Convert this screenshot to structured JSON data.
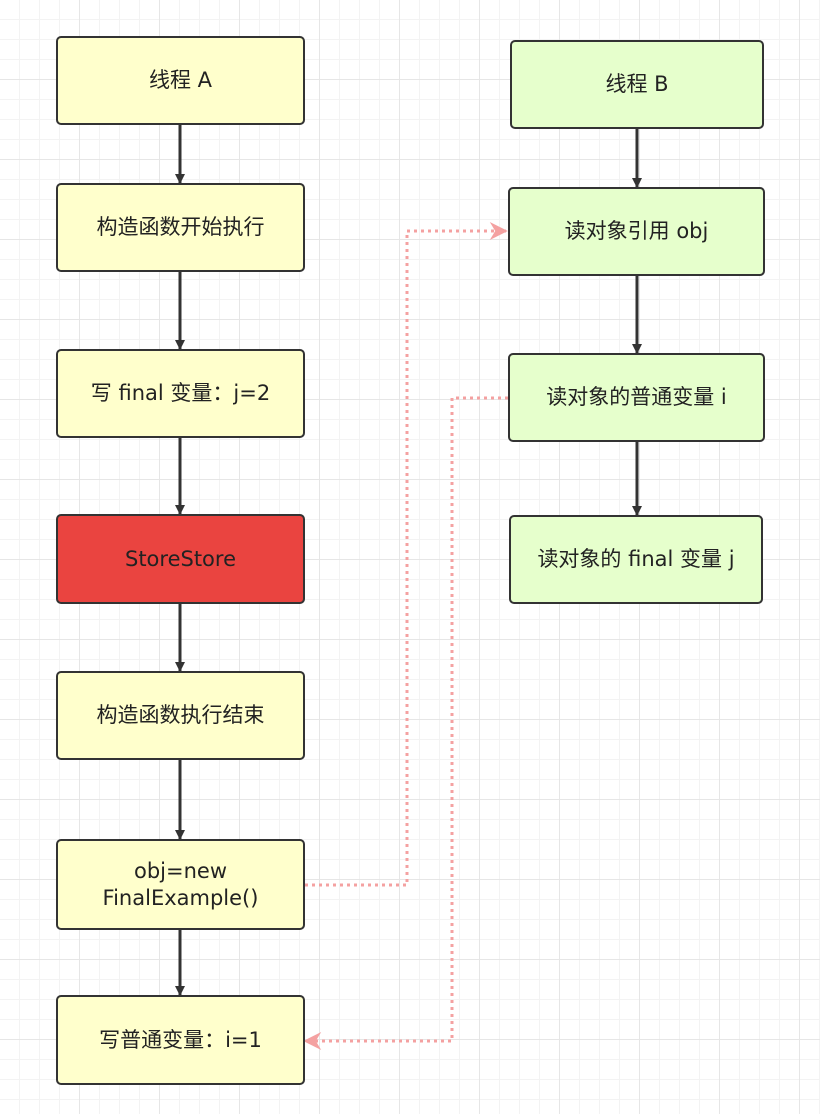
{
  "colors": {
    "thread_a_fill": "#FFFFCC",
    "thread_b_fill": "#E6FFCC",
    "barrier_fill": "#EA4440",
    "border": "#333333",
    "arrow": "#333333",
    "dotted_arrow": "#F4A1A1"
  },
  "thread_a": {
    "title": "线程 A",
    "steps": [
      "构造函数开始执行",
      "写 final 变量：j=2",
      "StoreStore",
      "构造函数执行结束",
      "obj=new\nFinalExample()",
      "写普通变量：i=1"
    ]
  },
  "thread_b": {
    "title": "线程 B",
    "steps": [
      "读对象引用 obj",
      "读对象的普通变量 i",
      "读对象的 final 变量 j"
    ]
  }
}
